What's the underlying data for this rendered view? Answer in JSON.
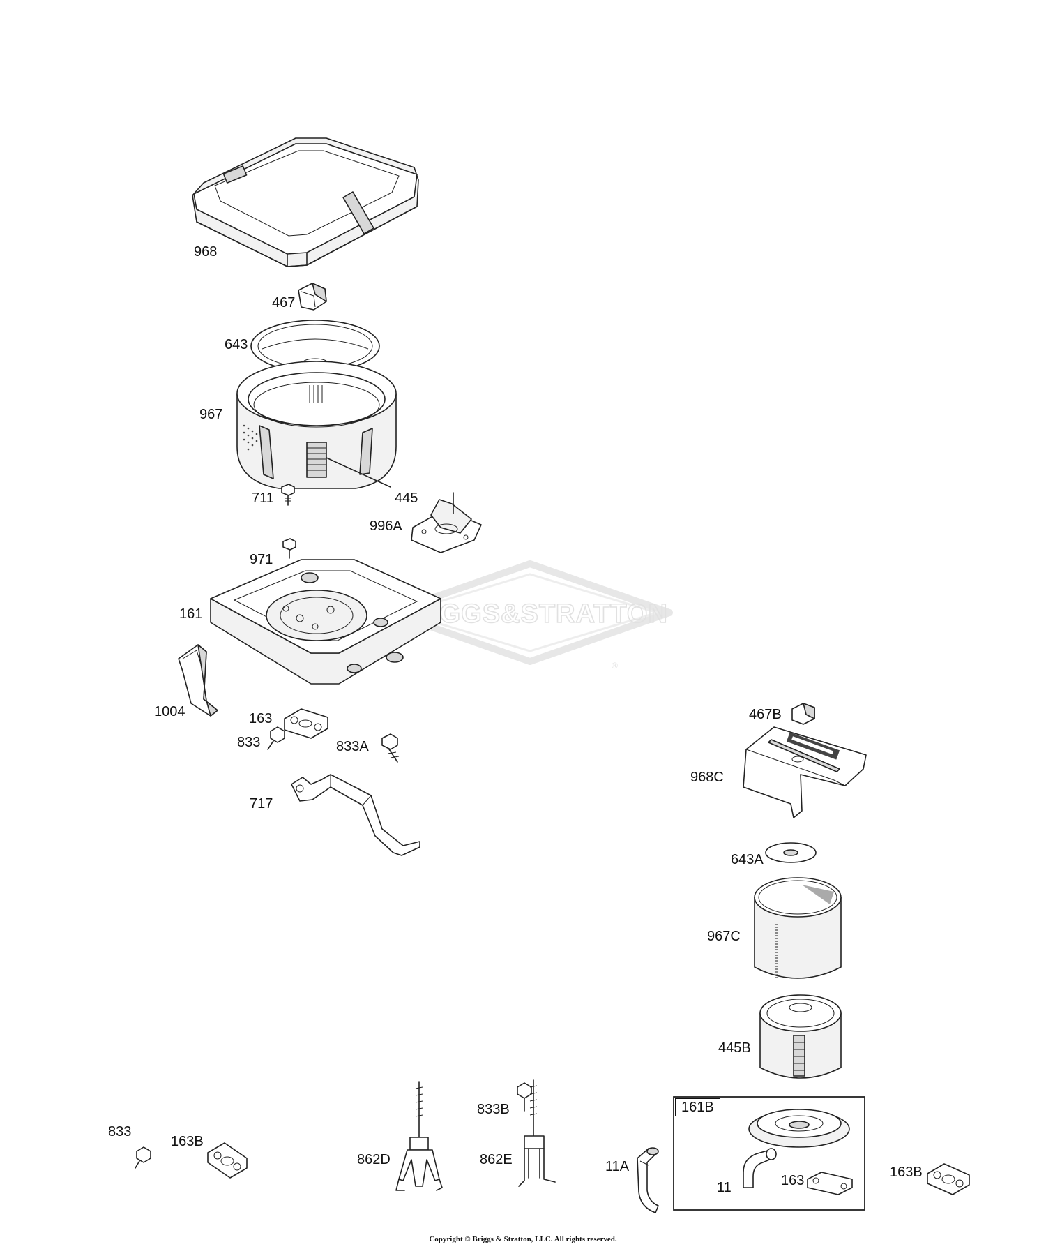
{
  "watermark": "BRIGGS&STRATTON",
  "watermark_mark": "®",
  "copyright": "Copyright © Briggs & Stratton, LLC. All rights reserved.",
  "callouts": {
    "p968": "968",
    "p467": "467",
    "p643": "643",
    "p967": "967",
    "p445": "445",
    "p711": "711",
    "p996A": "996A",
    "p971": "971",
    "p161": "161",
    "p1004": "1004",
    "p163": "163",
    "p833": "833",
    "p833A": "833A",
    "p717": "717",
    "p467B": "467B",
    "p968C": "968C",
    "p643A": "643A",
    "p967C": "967C",
    "p445B": "445B",
    "p161B": "161B",
    "p833_low": "833",
    "p163B_left": "163B",
    "p862D": "862D",
    "p833B": "833B",
    "p862E": "862E",
    "p11A": "11A",
    "p11": "11",
    "p163_box": "163",
    "p163B_right": "163B"
  }
}
